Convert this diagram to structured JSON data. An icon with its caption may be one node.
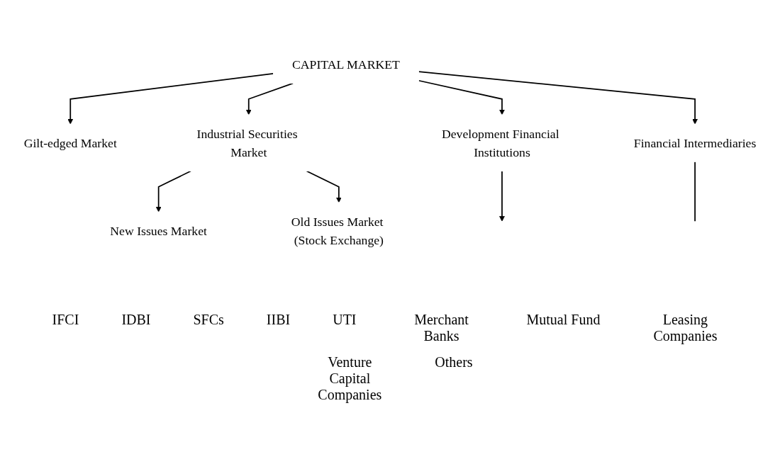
{
  "diagram": {
    "nodes": [
      {
        "text": [
          "CAPITAL MARKET"
        ]
      },
      {
        "text": [
          "Gilt-edged Market"
        ]
      },
      {
        "text": [
          "Industrial Securities Market"
        ]
      },
      {
        "text": [
          "Development Financial Institutions"
        ]
      },
      {
        "text": [
          "Financial Intermediaries"
        ]
      },
      {
        "text": [
          "New Issues Market"
        ]
      },
      {
        "text": [
          "Old Issues Market (Stock Exchange)"
        ]
      }
    ],
    "edges": [
      {
        "from": 0,
        "to": 1,
        "arrow": "to"
      },
      {
        "from": 0,
        "to": 2,
        "arrow": "to"
      },
      {
        "from": 0,
        "to": 3,
        "arrow": "to"
      },
      {
        "from": 0,
        "to": 4,
        "arrow": "to"
      },
      {
        "from": 2,
        "to": 5,
        "arrow": "to"
      },
      {
        "from": 2,
        "to": 6,
        "arrow": "to"
      },
      {
        "from": 3,
        "to": null,
        "arrow": "to"
      },
      {
        "from": 4,
        "to": null,
        "arrow": "none"
      }
    ],
    "labels": [
      "IFCI",
      "IDBI",
      "SFCs",
      "IIBI",
      "UTI",
      "Merchant Banks",
      "Mutual Fund",
      "Leasing Companies",
      "Venture Capital Companies",
      "Others"
    ]
  }
}
